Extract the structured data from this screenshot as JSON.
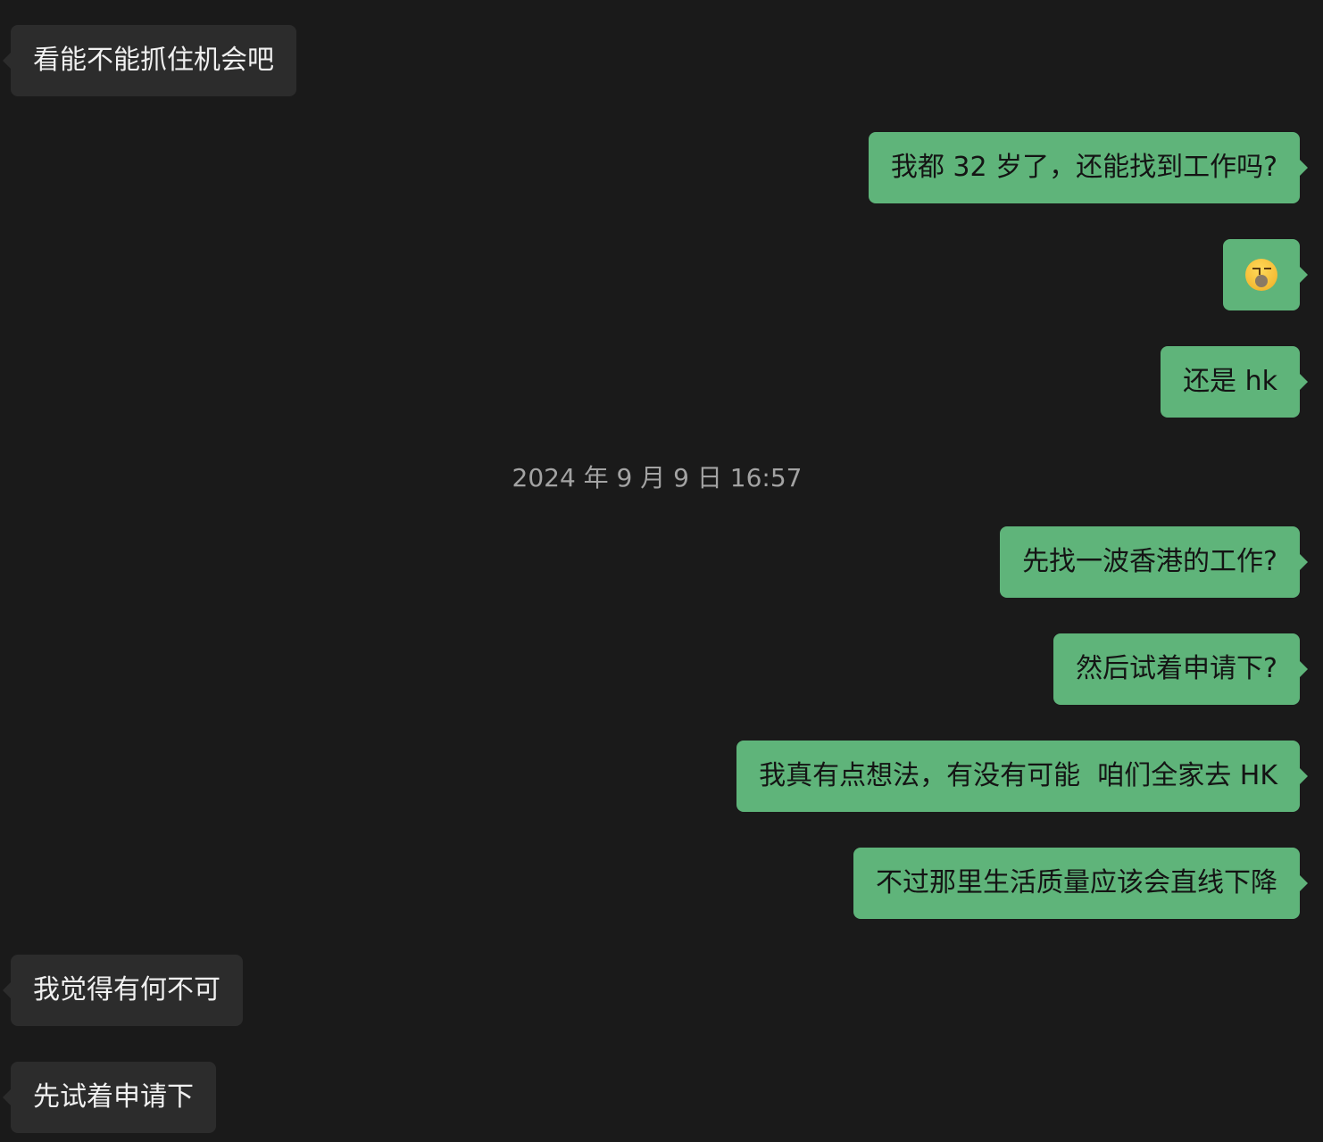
{
  "chat": {
    "messages": [
      {
        "id": 0,
        "side": "in",
        "text": "看能不能抓住机会吧"
      },
      {
        "id": 1,
        "side": "out",
        "text": "我都 32 岁了，还能找到工作吗?"
      },
      {
        "id": 2,
        "side": "out",
        "emoji": "sleeping-thinking-face-emoji"
      },
      {
        "id": 3,
        "side": "out",
        "text": "还是 hk"
      },
      {
        "id": 4,
        "side": "out",
        "text": "先找一波香港的工作?"
      },
      {
        "id": 5,
        "side": "out",
        "text": "然后试着申请下?"
      },
      {
        "id": 6,
        "side": "out",
        "text": "我真有点想法，有没有可能  咱们全家去 HK"
      },
      {
        "id": 7,
        "side": "out",
        "text": "不过那里生活质量应该会直线下降"
      },
      {
        "id": 8,
        "side": "in",
        "text": "我觉得有何不可"
      },
      {
        "id": 9,
        "side": "in",
        "text": "先试着申请下"
      }
    ],
    "timestamp": "2024 年 9 月 9 日 16:57"
  },
  "colors": {
    "background": "#1a1a1a",
    "incoming_bubble": "#2c2c2c",
    "outgoing_bubble": "#5fb47a",
    "timestamp_text": "#a3a3a3"
  }
}
